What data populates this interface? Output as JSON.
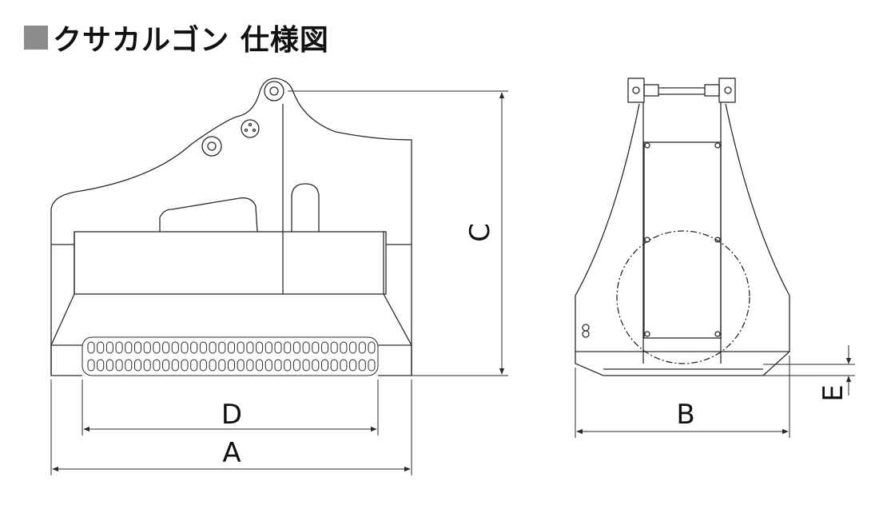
{
  "title": "クサカルゴン 仕様図",
  "colors": {
    "title_mark": "#8c8c8c",
    "line": "#2a2a2a"
  },
  "dimensions": {
    "A": "A",
    "B": "B",
    "C": "C",
    "D": "D",
    "E": "E"
  }
}
